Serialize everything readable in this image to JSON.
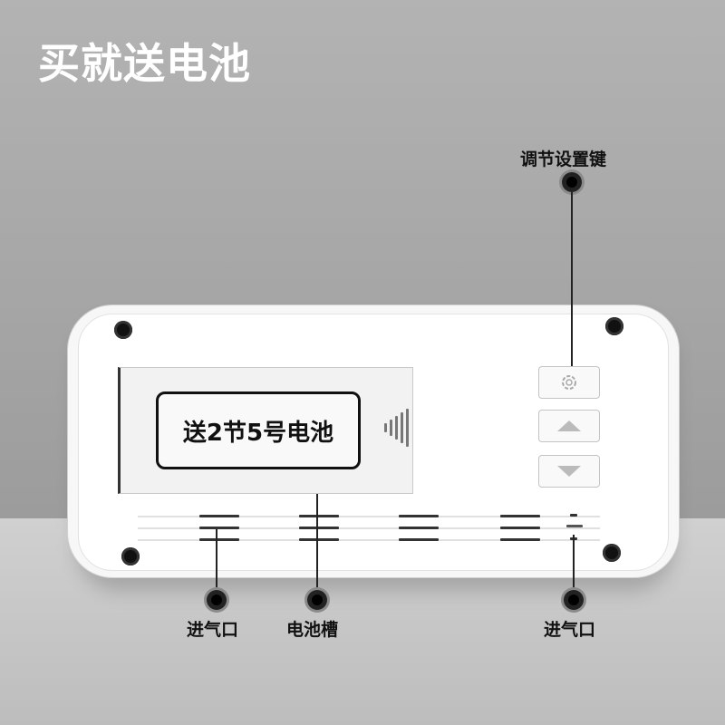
{
  "headline": "买就送电池",
  "battery_cover_label": "送2节5号电池",
  "callouts": {
    "settings_key": "调节设置键",
    "air_inlet_left": "进气口",
    "battery_slot": "电池槽",
    "air_inlet_right": "进气口"
  },
  "buttons": [
    {
      "name": "settings",
      "icon": "gear-icon"
    },
    {
      "name": "up",
      "icon": "triangle-up-icon"
    },
    {
      "name": "down",
      "icon": "triangle-down-icon"
    }
  ],
  "colors": {
    "background_top": "#a6a6a6",
    "background_bottom": "#c7c7c7",
    "device_body": "#ffffff",
    "headline_text": "#ffffff",
    "callout_text": "#111111"
  }
}
